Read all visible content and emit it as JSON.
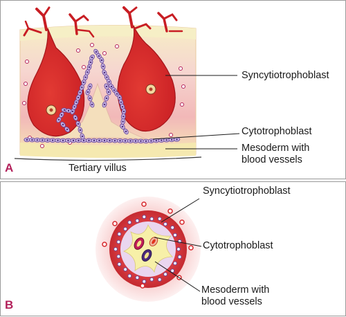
{
  "panel_a": {
    "letter": "A",
    "caption": "Tertiary villus",
    "labels": {
      "syncytiotrophoblast": "Syncytiotrophoblast",
      "cytotrophoblast": "Cytotrophoblast",
      "mesoderm_line1": "Mesoderm with",
      "mesoderm_line2": "blood vessels"
    }
  },
  "panel_b": {
    "letter": "B",
    "labels": {
      "syncytiotrophoblast": "Syncytiotrophoblast",
      "cytotrophoblast": "Cytotrophoblast",
      "mesoderm_line1": "Mesoderm with",
      "mesoderm_line2": "blood vessels"
    }
  },
  "colors": {
    "blood": "#d7262a",
    "blood_dark": "#a4161b",
    "syncytium": "#f2b3b3",
    "mesoderm": "#f5efb8",
    "cell_fill": "#c6b4e2",
    "cell_stroke": "#6b4a9c",
    "accent": "#b3215b"
  }
}
